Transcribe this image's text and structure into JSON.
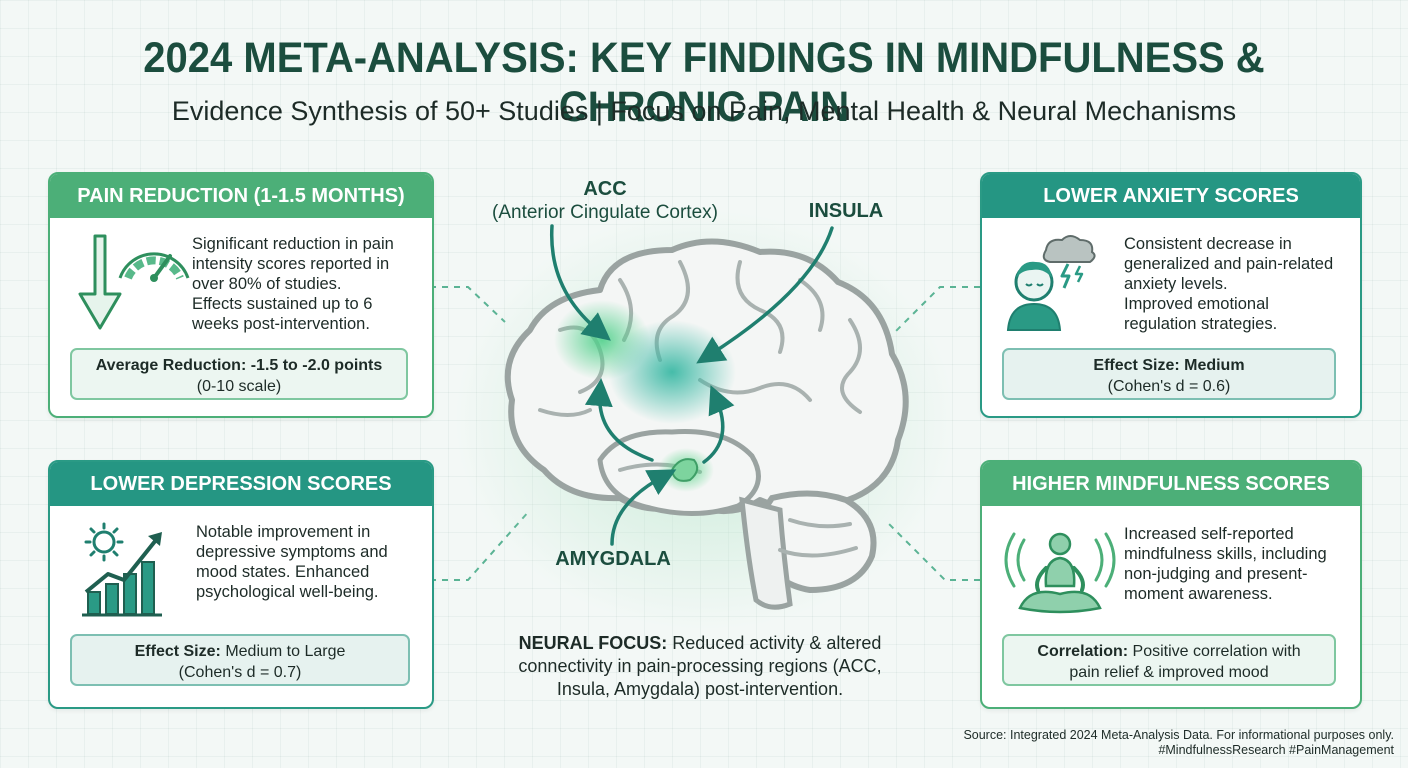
{
  "title": "2024 META-ANALYSIS: KEY FINDINGS IN MINDFULNESS & CHRONIC PAIN",
  "subtitle": "Evidence Synthesis of 50+ Studies | Focus on Pain, Mental Health & Neural Mechanisms",
  "colors": {
    "green": "#4caf78",
    "teal": "#259683",
    "title": "#1b4d3e"
  },
  "cards": {
    "pain": {
      "header": "PAIN REDUCTION (1-1.5 MONTHS)",
      "lines": [
        "Significant reduction in pain",
        "intensity scores reported in",
        "over 80% of studies.",
        "Effects sustained up to 6",
        "weeks post-intervention."
      ],
      "stat_bold": "Average Reduction: -1.5 to -2.0 points",
      "stat_rest": "(0-10 scale)",
      "icon": "down-arrow-gauge-icon"
    },
    "anxiety": {
      "header": "LOWER ANXIETY SCORES",
      "lines": [
        "Consistent decrease in",
        "generalized and pain-related",
        "anxiety levels.",
        "Improved emotional",
        "regulation strategies."
      ],
      "stat_bold": "Effect Size: Medium",
      "stat_rest": "(Cohen's d = 0.6)",
      "icon": "person-storm-cloud-icon"
    },
    "depression": {
      "header": "LOWER DEPRESSION SCORES",
      "lines": [
        "Notable improvement in",
        "depressive symptoms and",
        "mood states. Enhanced",
        "psychological well-being."
      ],
      "stat_bold": "Effect Size:",
      "stat_inline": "Medium to Large",
      "stat_rest": "(Cohen's d = 0.7)",
      "icon": "sun-rising-chart-icon"
    },
    "mindfulness": {
      "header": "HIGHER MINDFULNESS SCORES",
      "lines": [
        "Increased self-reported",
        "mindfulness skills, including",
        "non-judging and present-",
        "moment awareness."
      ],
      "stat_bold": "Correlation:",
      "stat_inline": "Positive correlation with",
      "stat_rest": "pain relief & improved mood",
      "icon": "meditating-person-icon"
    }
  },
  "brain": {
    "acc_label": "ACC",
    "acc_sub": "(Anterior Cingulate Cortex)",
    "insula_label": "INSULA",
    "amygdala_label": "AMYGDALA",
    "icon": "brain-icon"
  },
  "neural": {
    "bold": "NEURAL FOCUS:",
    "line1": "Reduced activity & altered",
    "line2": "connectivity in pain-processing regions (ACC,",
    "line3": "Insula, Amygdala) post-intervention."
  },
  "source": {
    "line1": "Source: Integrated 2024 Meta-Analysis Data. For informational purposes only.",
    "line2": "#MindfulnessResearch #PainManagement"
  }
}
